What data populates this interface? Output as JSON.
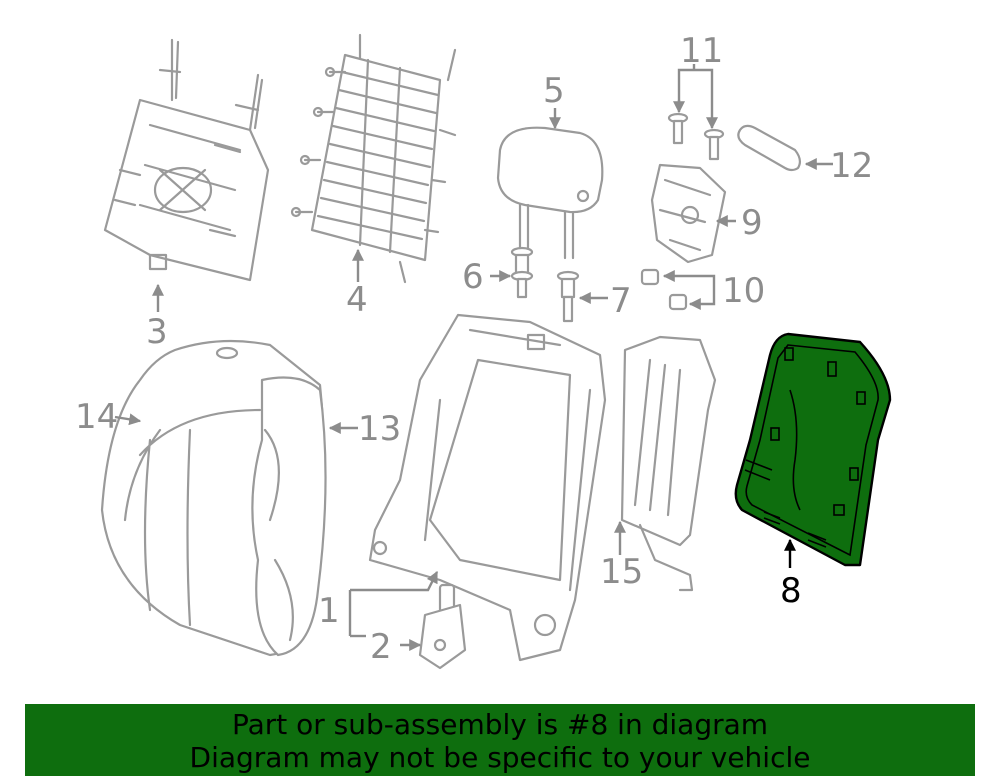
{
  "diagram": {
    "highlighted_part": "8",
    "highlight_color": "#0e6e0e",
    "labels": {
      "p1": "1",
      "p2": "2",
      "p3": "3",
      "p4": "4",
      "p5": "5",
      "p6": "6",
      "p7": "7",
      "p8": "8",
      "p9": "9",
      "p10": "10",
      "p11": "11",
      "p12": "12",
      "p13": "13",
      "p14": "14",
      "p15": "15"
    }
  },
  "banner": {
    "line1": "Part or sub-assembly is #8 in diagram",
    "line2": "Diagram may not be specific to your vehicle",
    "background": "#0e6e0e"
  }
}
